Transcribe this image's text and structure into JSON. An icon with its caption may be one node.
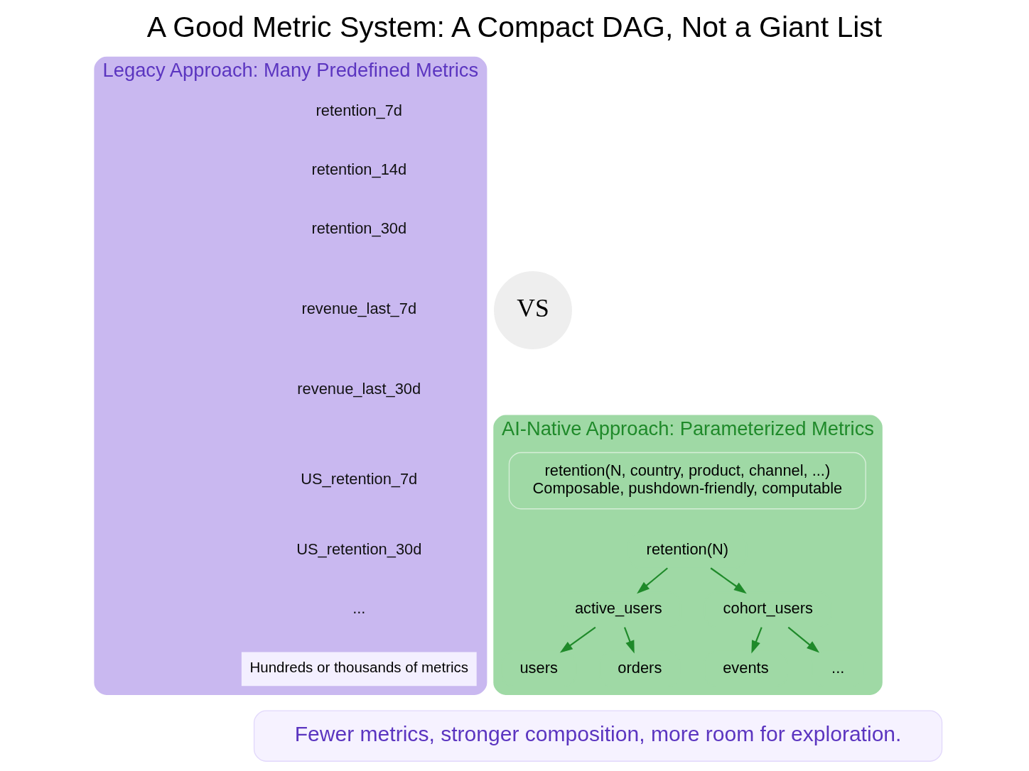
{
  "diagram": {
    "title": "A Good Metric System: A Compact DAG, Not a Giant List",
    "nodes": [
      {
        "text": [
          "Legacy Approach: Many Predefined Metrics"
        ]
      },
      {
        "text": [
          "retention_7d"
        ],
        "in": 0
      },
      {
        "text": [
          "retention_14d"
        ],
        "in": 0
      },
      {
        "text": [
          "retention_30d"
        ],
        "in": 0
      },
      {
        "text": [
          "revenue_last_7d"
        ],
        "in": 0
      },
      {
        "text": [
          "revenue_last_30d"
        ],
        "in": 0
      },
      {
        "text": [
          "US_retention_7d"
        ],
        "in": 0
      },
      {
        "text": [
          "US_retention_30d"
        ],
        "in": 0
      },
      {
        "text": [
          "..."
        ],
        "in": 0
      },
      {
        "text": [
          "Hundreds or thousands of metrics"
        ],
        "in": 0
      },
      {
        "text": [
          "VS"
        ]
      },
      {
        "text": [
          "AI-Native Approach: Parameterized Metrics"
        ]
      },
      {
        "text": [
          "retention(N, country, product, channel, ...)",
          "Composable, pushdown-friendly, computable"
        ],
        "in": 11
      },
      {
        "text": [
          "retention(N)"
        ],
        "in": 11
      },
      {
        "text": [
          "active_users"
        ],
        "in": 11
      },
      {
        "text": [
          "cohort_users"
        ],
        "in": 11
      },
      {
        "text": [
          "users"
        ],
        "in": 11
      },
      {
        "text": [
          "orders"
        ],
        "in": 11
      },
      {
        "text": [
          "events"
        ],
        "in": 11
      },
      {
        "text": [
          "..."
        ],
        "in": 11
      },
      {
        "text": [
          "Fewer metrics, stronger composition, more room for exploration."
        ]
      }
    ],
    "edges": [
      {
        "from": 13,
        "to": 14,
        "arrow": "to"
      },
      {
        "from": 13,
        "to": 15,
        "arrow": "to"
      },
      {
        "from": 14,
        "to": 16,
        "arrow": "to"
      },
      {
        "from": 14,
        "to": 17,
        "arrow": "to"
      },
      {
        "from": 15,
        "to": 18,
        "arrow": "to"
      },
      {
        "from": 15,
        "to": 19,
        "arrow": "to"
      }
    ]
  }
}
